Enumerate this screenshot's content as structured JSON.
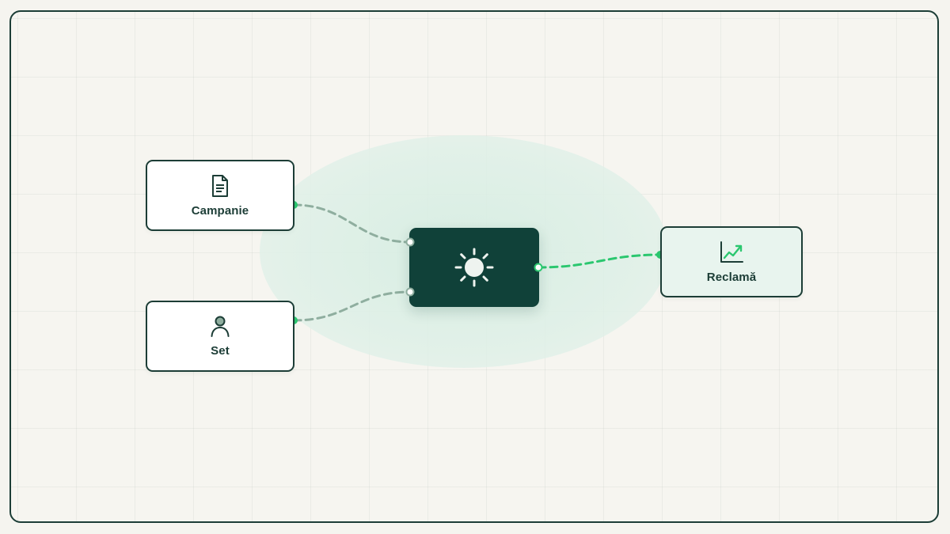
{
  "nodes": {
    "campanie": {
      "label": "Campanie",
      "icon": "document-icon"
    },
    "set": {
      "label": "Set",
      "icon": "user-icon"
    },
    "hub": {
      "icon": "sun-icon"
    },
    "reclama": {
      "label": "Reclamă",
      "icon": "trend-chart-icon"
    }
  },
  "colors": {
    "frame_border": "#1c3d36",
    "hub_fill": "#104139",
    "active_link": "#2bc76f",
    "inactive_link": "#8fae9f",
    "output_fill": "#e8f4ee"
  }
}
